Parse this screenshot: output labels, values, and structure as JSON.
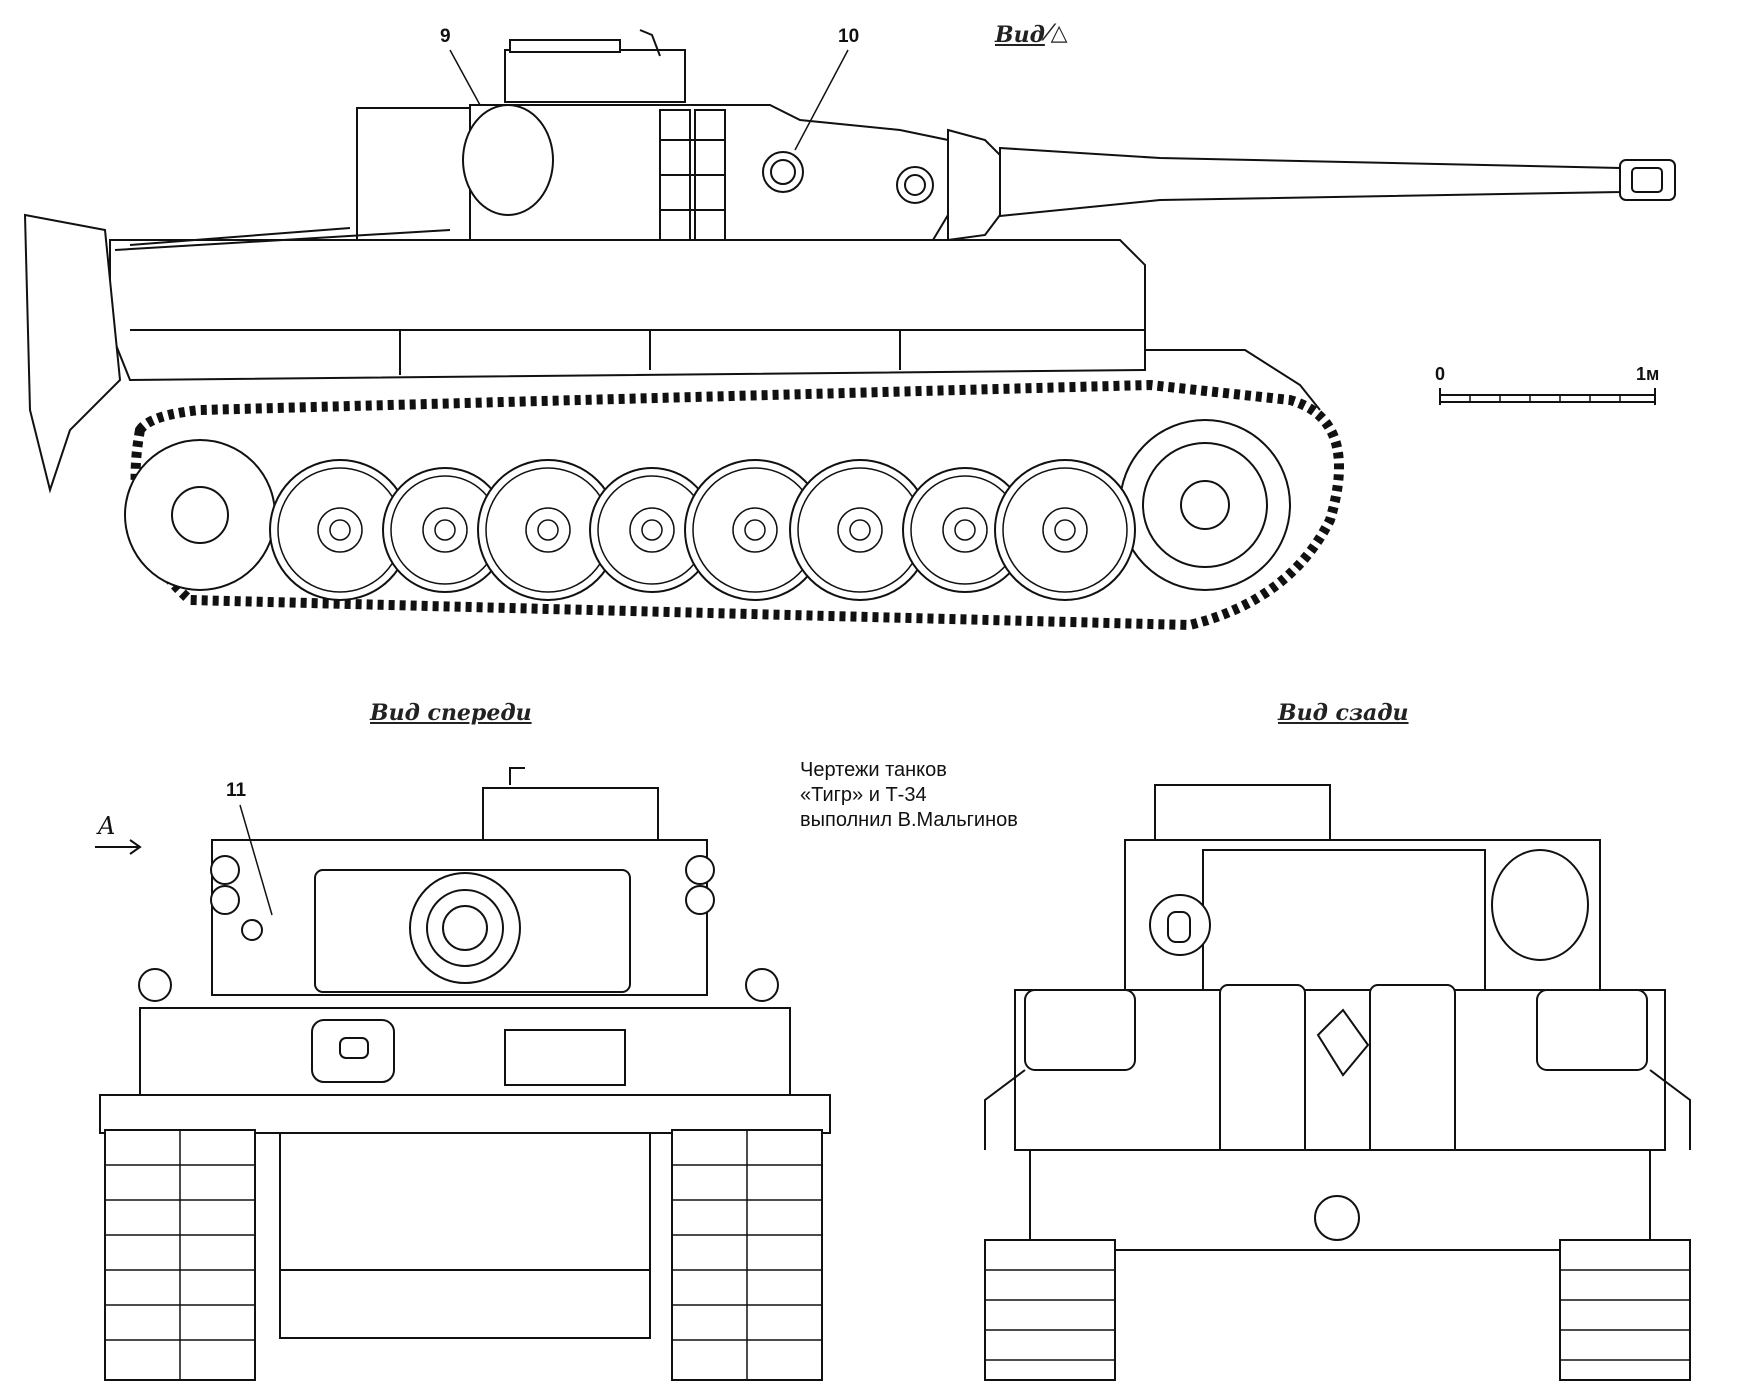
{
  "views": {
    "side_caption": "Вид",
    "front_caption": "Вид спереди",
    "rear_caption": "Вид сзади"
  },
  "callouts": {
    "c9": "9",
    "c10": "10",
    "c11": "11"
  },
  "view_arrow": "A",
  "scale": {
    "start": "0",
    "end": "1м"
  },
  "credit": {
    "line1": "Чертежи танков",
    "line2": "«Тигр» и Т-34",
    "line3": "выполнил В.Мальгинов"
  }
}
